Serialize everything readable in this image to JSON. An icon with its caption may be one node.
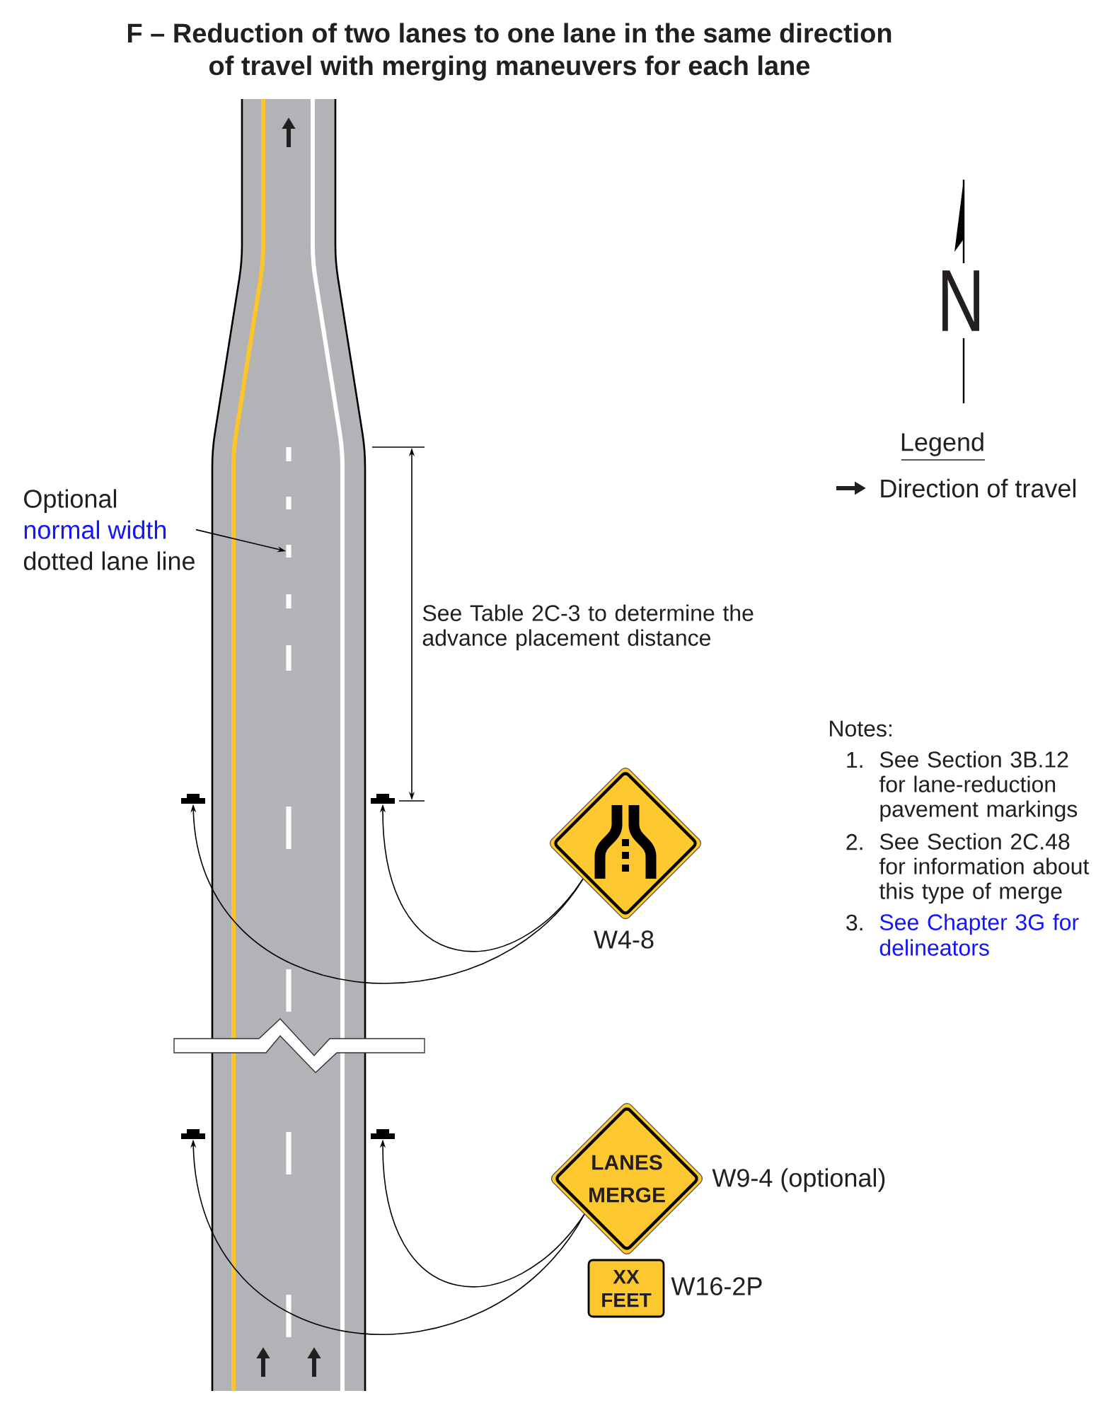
{
  "diagram": {
    "title": "F – Reduction of two lanes to one lane in the same direction of travel with merging maneuvers for each lane",
    "nodes": [
      {
        "text": [
          "Optional",
          "normal width",
          "dotted lane line"
        ]
      },
      {
        "text": [],
        "shape": "bar"
      },
      {
        "text": [],
        "shape": "bar"
      },
      {
        "text": [],
        "shape": "bar"
      },
      {
        "text": [],
        "shape": "diamond",
        "beside": [
          "W4-8"
        ]
      },
      {
        "text": [],
        "shape": "bar"
      },
      {
        "text": [],
        "shape": "bar"
      },
      {
        "text": [
          "LANES MERGE"
        ],
        "beside": [
          "W9-4 (optional)"
        ]
      },
      {
        "text": [
          "XX FEET"
        ],
        "beside": [
          "W16-2P"
        ]
      }
    ],
    "edges": [
      {
        "from": 0,
        "to": 1,
        "arrow": "to"
      },
      {
        "from": 4,
        "to": 2,
        "arrow": "to"
      },
      {
        "from": 4,
        "to": 3,
        "arrow": "to"
      },
      {
        "from": 7,
        "to": 5,
        "arrow": "to"
      },
      {
        "from": 7,
        "to": 6,
        "arrow": "to"
      }
    ],
    "labels": [
      "N",
      "Legend",
      "See Table 2C-3 to determine the advance placement distance",
      "Notes:",
      "1.",
      "See Section 3B.12 for lane-reduction pavement markings",
      "2.",
      "See Section 2C.48 for information about this type of merge",
      "3.",
      "See Chapter 3G for delineators"
    ],
    "legend": [
      {
        "text": "Direction of travel"
      }
    ]
  }
}
